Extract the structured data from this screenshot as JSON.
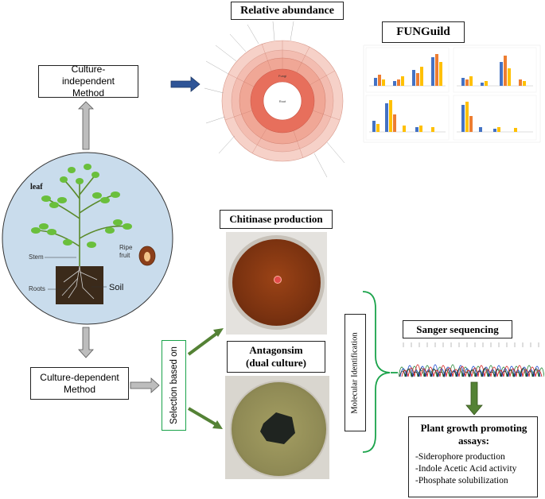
{
  "title_relative_abundance": "Relative abundance",
  "title_funguild": "FUNGuild",
  "culture_independent": "Culture-independent Method",
  "culture_dependent": "Culture-dependent Method",
  "selection": "Selection based on",
  "chitinase": "Chitinase production",
  "antagonism_line1": "Antagonsim",
  "antagonism_line2": "(dual culture)",
  "molecular": "Molecular Identification",
  "sanger": "Sanger sequencing",
  "pgp_title": "Plant growth promoting assays:",
  "pgp_items": [
    "-Siderophore production",
    "-Indole Acetic Acid activity",
    "-Phosphate solubilization"
  ],
  "plant_labels": {
    "leaf": "leaf",
    "stem": "Stem",
    "ripe_fruit_1": "Ripe",
    "ripe_fruit_2": "fruit",
    "roots": "Roots",
    "soil": "Soil"
  },
  "krona_labels": {
    "center": "Root",
    "inner": "Fungi"
  },
  "colors": {
    "arrow_gray": "#9a9a9a",
    "arrow_blue": "#2f5597",
    "arrow_green": "#548235",
    "bracket_green": "#1aa34a",
    "circle_fill": "#c9dcec",
    "krona_outer": "#f6d1c8",
    "krona_mid": "#f0a796",
    "krona_inner": "#e76f5c",
    "chitinase_plate": "#7a3210",
    "antagonism_plate": "#8f8a55"
  }
}
